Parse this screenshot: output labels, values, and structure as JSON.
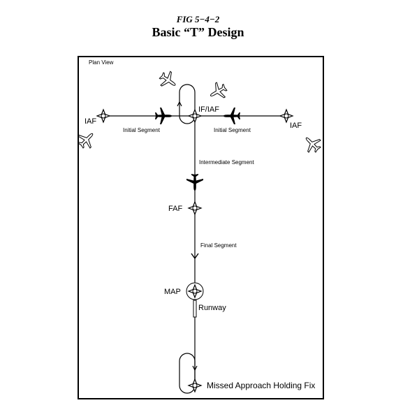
{
  "figure": {
    "number": "FIG 5−4−2",
    "title": "Basic “T” Design"
  },
  "diagram": {
    "view_label": "Plan View",
    "fixes": {
      "left_iaf": "IAF",
      "right_iaf": "IAF",
      "if_iaf": "IF/IAF",
      "faf": "FAF",
      "map": "MAP",
      "missed_hold": "Missed Approach Holding Fix"
    },
    "segments": {
      "initial_left": "Initial Segment",
      "initial_right": "Initial Segment",
      "intermediate": "Intermediate Segment",
      "final": "Final Segment"
    },
    "runway_label": "Runway"
  }
}
